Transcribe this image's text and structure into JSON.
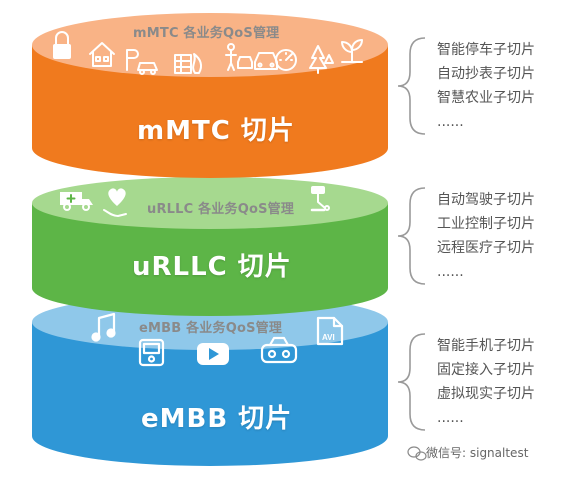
{
  "layers": [
    {
      "id": "mmtc",
      "top_label": "mMTC 各业务QoS管理",
      "title": "mMTC 切片",
      "items": [
        "智能停车子切片",
        "自动抄表子切片",
        "智慧农业子切片",
        "......"
      ],
      "side_color": "#F07A1E",
      "top_color": "#F9B386",
      "icons": [
        "lock-icon",
        "house-icon",
        "parking-car-icon",
        "building-fire-icon",
        "person-car-icon",
        "car-icon",
        "gauge-icon",
        "trees-icon",
        "sprout-icon"
      ]
    },
    {
      "id": "urllc",
      "top_label": "uRLLC 各业务QoS管理",
      "title": "uRLLC 切片",
      "items": [
        "自动驾驶子切片",
        "工业控制子切片",
        "远程医疗子切片",
        "......"
      ],
      "side_color": "#5DB547",
      "top_color": "#A6D98F",
      "icons": [
        "ambulance-icon",
        "heart-hand-icon",
        "robot-arm-icon"
      ]
    },
    {
      "id": "embb",
      "top_label": "eMBB 各业务QoS管理",
      "title": "eMBB 切片",
      "items": [
        "智能手机子切片",
        "固定接入子切片",
        "虚拟现实子切片",
        "......"
      ],
      "side_color": "#2F97D6",
      "top_color": "#8FC8EA",
      "icons": [
        "music-note-icon",
        "media-player-icon",
        "play-button-icon",
        "vr-headset-icon",
        "avi-file-icon"
      ]
    }
  ],
  "watermark": {
    "text": "微信号: signaltest",
    "icon": "wechat-icon"
  }
}
